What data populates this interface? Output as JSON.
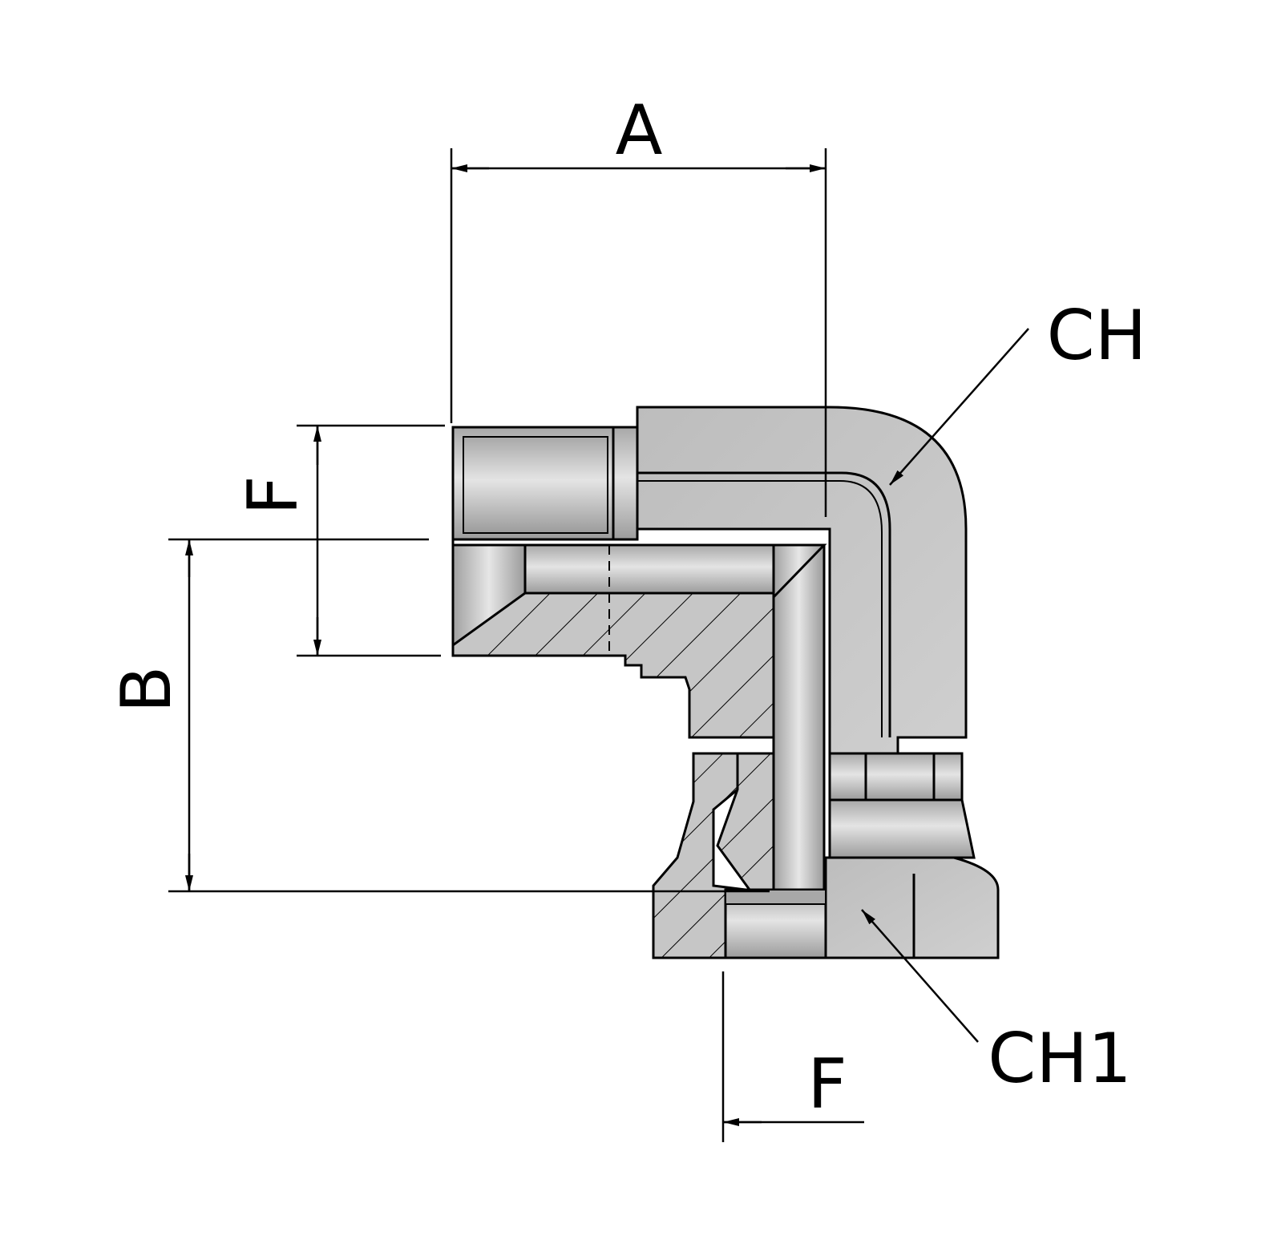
{
  "dimensions": {
    "A": "A",
    "B": "B",
    "F_upper": "F",
    "F_lower": "F",
    "CH": "CH",
    "CH1": "CH1"
  },
  "colors": {
    "line": "#000000",
    "metal_light": "#d6d6d6",
    "metal_mid": "#b9b9b9",
    "metal_dark": "#9a9a9a",
    "section_fill": "#c4c4c4",
    "background": "#ffffff"
  }
}
